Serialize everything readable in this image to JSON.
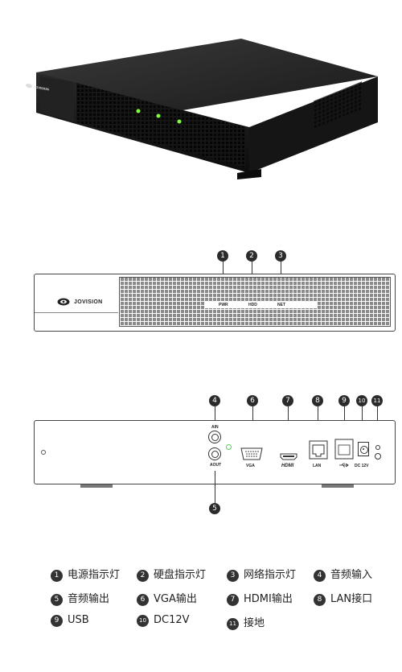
{
  "brand": {
    "name": "JOVISION"
  },
  "front_labels": {
    "pwr": "PWR",
    "hdd": "HDD",
    "net": "NET"
  },
  "rear_labels": {
    "ain": "AIN",
    "aout": "AOUT",
    "vga": "VGA",
    "hdmi": "HDMI",
    "lan": "LAN",
    "usb": "⭍",
    "dc": "DC 12V"
  },
  "callouts": [
    "1",
    "2",
    "3",
    "4",
    "5",
    "6",
    "7",
    "8",
    "9",
    "10",
    "11"
  ],
  "legend": [
    {
      "num": "1",
      "text": "电源指示灯"
    },
    {
      "num": "2",
      "text": "硬盘指示灯"
    },
    {
      "num": "3",
      "text": "网络指示灯"
    },
    {
      "num": "4",
      "text": "音频输入"
    },
    {
      "num": "5",
      "text": "音频输出"
    },
    {
      "num": "6",
      "text": "VGA输出"
    },
    {
      "num": "7",
      "text": "HDMI输出"
    },
    {
      "num": "8",
      "text": "LAN接口"
    },
    {
      "num": "9",
      "text": "USB"
    },
    {
      "num": "10",
      "text": "DC12V"
    },
    {
      "num": "11",
      "text": "接地"
    }
  ],
  "colors": {
    "body": "#1c1c1c",
    "led": "#7dff3c",
    "line": "#3a3a3a",
    "callout": "#2b2b2b"
  },
  "icons": {
    "usb": "usb-icon",
    "ground": "ground-icon",
    "hdmi": "hdmi-logo-icon"
  }
}
